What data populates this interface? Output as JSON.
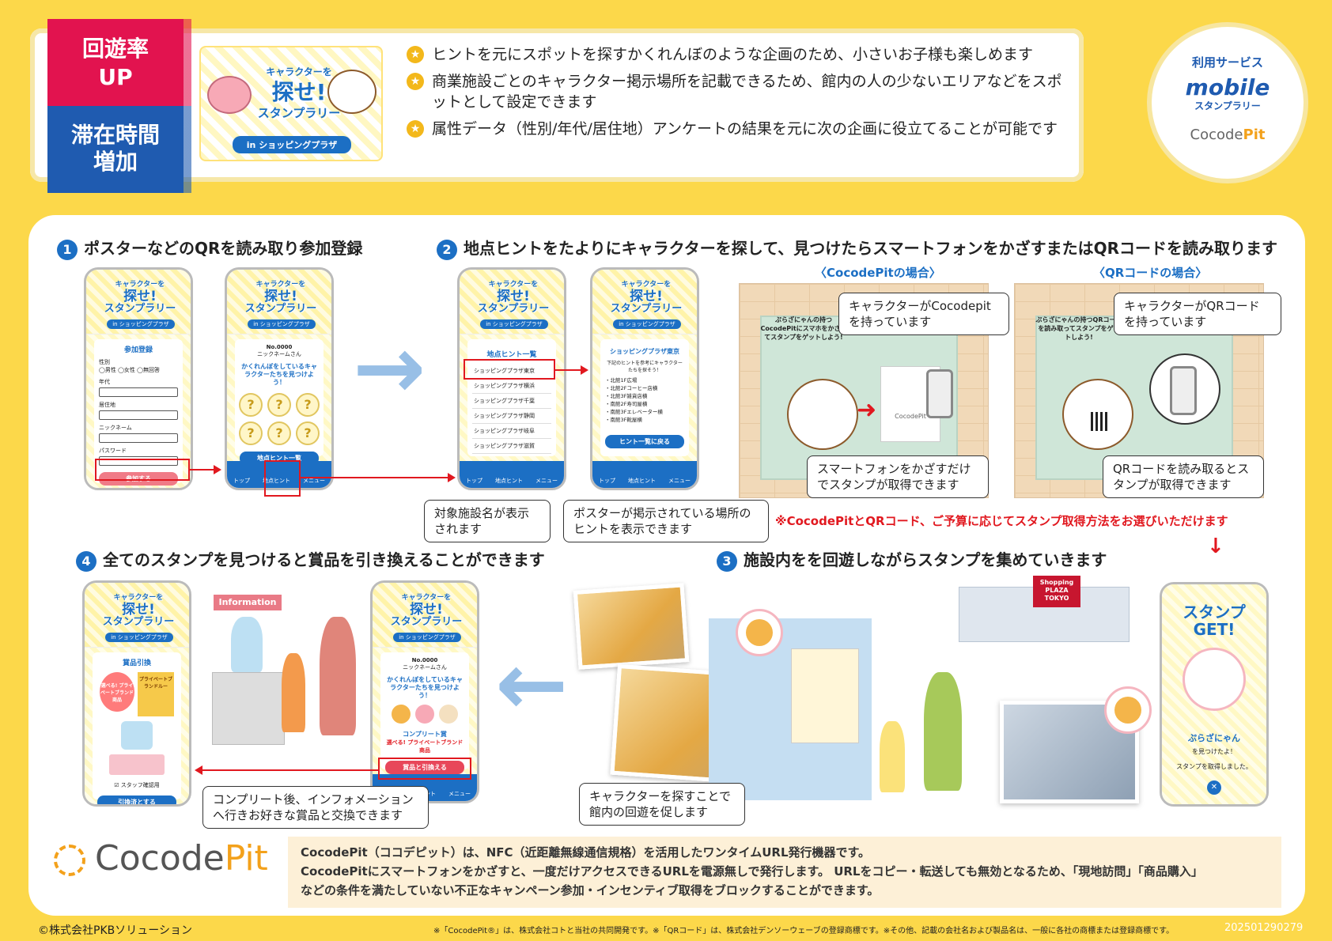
{
  "header": {
    "tag_top_line1": "回遊率",
    "tag_top_line2": "UP",
    "tag_bottom_line1": "滞在時間",
    "tag_bottom_line2": "増加",
    "banner_title_1": "キャラクターを",
    "banner_title_2": "探せ!",
    "banner_title_3": "スタンプラリー",
    "banner_sub": "in ショッピングプラザ",
    "bullets": [
      "ヒントを元にスポットを探すかくれんぼのような企画のため、小さいお子様も楽しめます",
      "商業施設ごとのキャラクター掲示場所を記載できるため、館内の人の少ないエリアなどをスポットとして設定できます",
      "属性データ（性別/年代/居住地）アンケートの結果を元に次の企画に役立てることが可能です"
    ],
    "service_label": "利用サービス",
    "service_mobile": "mobile",
    "service_stamp": "スタンプラリー",
    "service_cocode_a": "Cocode",
    "service_cocode_b": "Pit"
  },
  "steps": {
    "step1_num": "1",
    "step1": "ポスターなどのQRを読み取り参加登録",
    "step2_num": "2",
    "step2": "地点ヒントをたよりにキャラクターを探して、見つけたらスマートフォンをかざすまたはQRコードを読み取ります",
    "step3_num": "3",
    "step3": "施設内をを回遊しながらスタンプを集めていきます",
    "step4_num": "4",
    "step4": "全てのスタンプを見つけると賞品を引き換えることができます"
  },
  "phone_common": {
    "logo_1": "キャラクターを",
    "logo_2": "探せ!",
    "logo_3": "スタンプラリー",
    "logo_in": "in ショッピングプラザ",
    "nav_top": "トップ",
    "nav_hint": "地点ヒント",
    "nav_menu": "メニュー"
  },
  "phone1": {
    "title": "参加登録",
    "gender": "性別",
    "male": "男性",
    "female": "女性",
    "none": "無回答",
    "age": "年代",
    "residence": "居住地",
    "nickname": "ニックネーム",
    "password": "パスワード",
    "button": "参加する"
  },
  "phone2": {
    "no": "No.0000",
    "name": "ニックネームさん",
    "message": "かくれんぼをしているキャラクターたちを見つけよう！",
    "q": "?",
    "button": "地点ヒント一覧"
  },
  "phone3": {
    "title": "地点ヒント一覧",
    "items": [
      "ショッピングプラザ東京",
      "ショッピングプラザ横浜",
      "ショッピングプラザ千葉",
      "ショッピングプラザ静岡",
      "ショッピングプラザ岐阜",
      "ショッピングプラザ滋賀"
    ]
  },
  "phone4": {
    "title": "ショッピングプラザ東京",
    "desc": "下記のヒントを参考にキャラクターたちを探そう！",
    "hints": [
      "北館1F広場",
      "北館2Fコーヒー店横",
      "北館3F雑貨店横",
      "南館2F寿司屋横",
      "南館3Fエレベーター横",
      "南館3F靴屋横"
    ],
    "button": "ヒント一覧に戻る"
  },
  "callouts": {
    "facility": "対象施設名が表示されます",
    "poster": "ポスターが掲示されている場所のヒントを表示できます",
    "cocode_case": "〈CocodePitの場合〉",
    "qr_case": "〈QRコードの場合〉",
    "cocode_bubble": "キャラクターがCocodepitを持っています",
    "qr_bubble": "キャラクターがQRコードを持っています",
    "cocode_poster": "ぷらざにゃんの持つCocodePitにスマホをかざしてスタンプをゲットしよう!",
    "qr_poster": "ぷらざにゃんの持つQRコードを読み取ってスタンプをゲットしよう!",
    "cocode_device": "CocodePit",
    "cocode_result": "スマートフォンをかざすだけでスタンプが取得できます",
    "qr_result": "QRコードを読み取るとスタンプが取得できます",
    "note": "※CocodePitとQRコード、ご予算に応じてスタンプ取得方法をお選びいただけます",
    "roam": "キャラクターを探すことで館内の回遊を促します",
    "complete": "コンプリート後、インフォメーションへ行きお好きな賞品と交換できます"
  },
  "step3_art": {
    "mall_sign": "Shopping PLAZA TOKYO"
  },
  "phone_get": {
    "title1": "スタンプ",
    "title2": "GET!",
    "char": "ぷらざにゃん",
    "found": "を見つけたよ！",
    "acquired": "スタンプを取得しました。",
    "close": "✕"
  },
  "phone5": {
    "no": "No.0000",
    "name": "ニックネームさん",
    "message": "かくれんぼをしているキャラクターたちを見つけよう！",
    "complete": "コンプリート賞",
    "prize": "選べる! プライベートブランド商品",
    "button": "賞品と引換える"
  },
  "phone6": {
    "title": "賞品引換",
    "item1": "選べる! プライベートブランド商品",
    "item2": "プライベートブランドルー",
    "check": "スタッフ確認用",
    "button": "引換済とする"
  },
  "info_sign": "Information",
  "bottom": {
    "logo_a": "Cocode",
    "logo_b": "Pit",
    "line1": "CocodePit（ココデピット）は、NFC（近距離無線通信規格）を活用したワンタイムURL発行機器です。",
    "line2": "CocodePitにスマートフォンをかざすと、一度だけアクセスできるURLを電源無しで発行します。 URLをコピー・転送しても無効となるため、「現地訪問」「商品購入」",
    "line3": "などの条件を満たしていない不正なキャンペーン参加・インセンティブ取得をブロックすることができます。",
    "copyright": "©株式会社PKBソリューション",
    "footnote": "※「CocodePit®」は、株式会社コトと当社の共同開発です。※「QRコード」は、株式会社デンソーウェーブの登録商標です。※その他、記載の会社名および製品名は、一般に各社の商標または登録商標です。",
    "docnum": "202501290279"
  },
  "colors": {
    "background": "#fcd84a",
    "accent_red": "#e2134f",
    "accent_blue": "#1f5bb0",
    "cocode_orange": "#f3a11b"
  }
}
